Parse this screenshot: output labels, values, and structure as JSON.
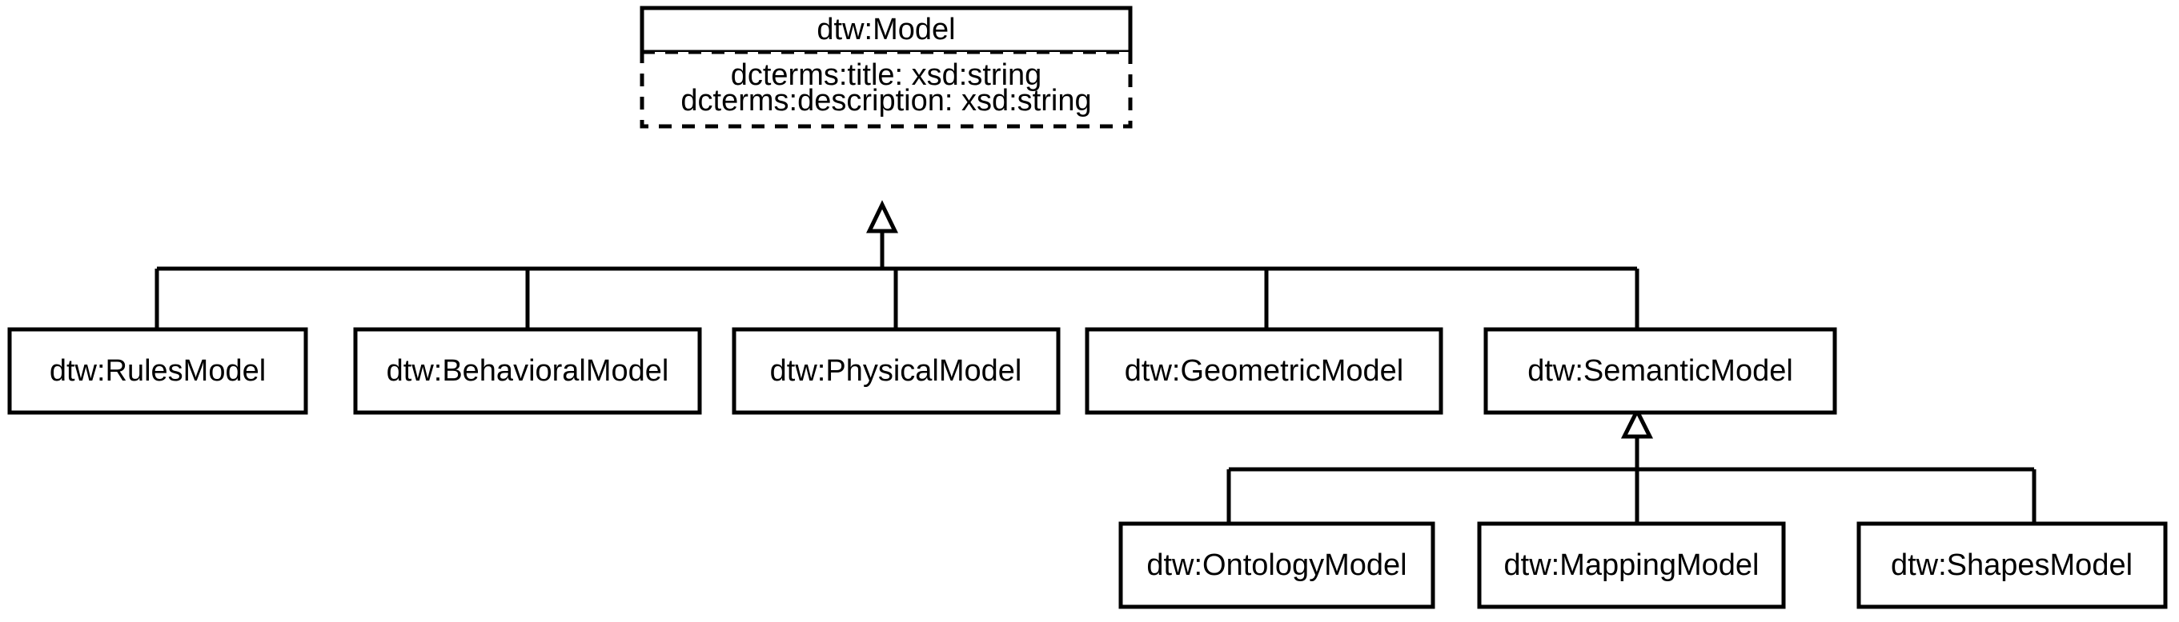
{
  "diagram": {
    "kind": "uml-class-diagram",
    "title_class": {
      "name": "dtw:Model",
      "attributes": [
        "dcterms:title: xsd:string",
        "dcterms:description: xsd:string"
      ]
    },
    "level2_classes": [
      {
        "name": "dtw:RulesModel"
      },
      {
        "name": "dtw:BehavioralModel"
      },
      {
        "name": "dtw:PhysicalModel"
      },
      {
        "name": "dtw:GeometricModel"
      },
      {
        "name": "dtw:SemanticModel"
      }
    ],
    "level3_classes": [
      {
        "name": "dtw:OntologyModel"
      },
      {
        "name": "dtw:MappingModel"
      },
      {
        "name": "dtw:ShapesModel"
      }
    ],
    "colors": {
      "stroke": "#000000",
      "fill": "#ffffff",
      "text": "#000000",
      "background": "#ffffff"
    },
    "relationship": "generalization"
  }
}
